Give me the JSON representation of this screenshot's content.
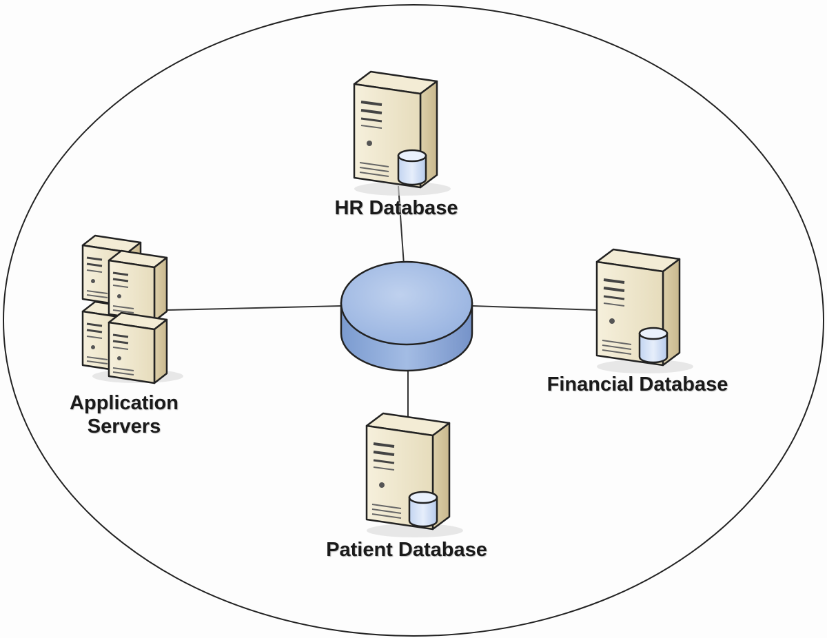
{
  "nodes": {
    "hr_database": {
      "label": "HR Database",
      "icon": "database-server-icon"
    },
    "financial_database": {
      "label": "Financial Database",
      "icon": "database-server-icon"
    },
    "patient_database": {
      "label": "Patient Database",
      "icon": "database-server-icon"
    },
    "application_servers": {
      "label_line1": "Application",
      "label_line2": "Servers",
      "icon": "server-cluster-icon"
    },
    "hub": {
      "icon": "hub-disk-icon"
    }
  },
  "colors": {
    "hub_top": "#a9c1e6",
    "hub_side": "#7f9fd3",
    "server_body": "#efe6cc",
    "server_side": "#d8c9a2",
    "cylinder": "#d4e2f7",
    "line": "#333333",
    "boundary": "#222222"
  }
}
